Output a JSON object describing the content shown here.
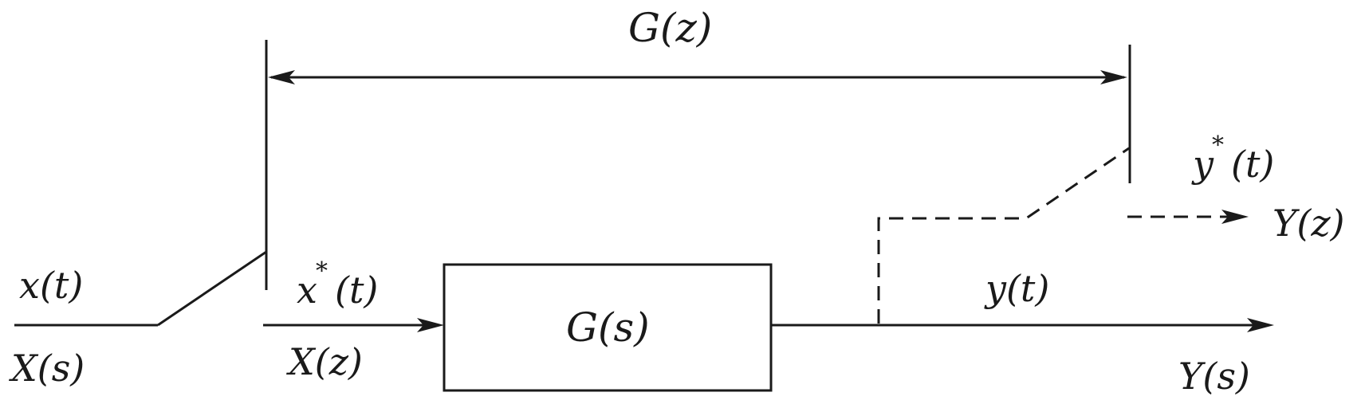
{
  "labels": {
    "input_time": "x(t)",
    "input_laplace": "X(s)",
    "sampled_time_base": "x",
    "sampled_time_star": "*",
    "sampled_time_arg": "(t)",
    "sampled_z": "X(z)",
    "block": "G(s)",
    "pulse_transfer": "G(z)",
    "output_time": "y(t)",
    "output_laplace": "Y(s)",
    "output_sampled_base": "y",
    "output_sampled_star": "*",
    "output_sampled_arg": "(t)",
    "output_z": "Y(z)"
  }
}
